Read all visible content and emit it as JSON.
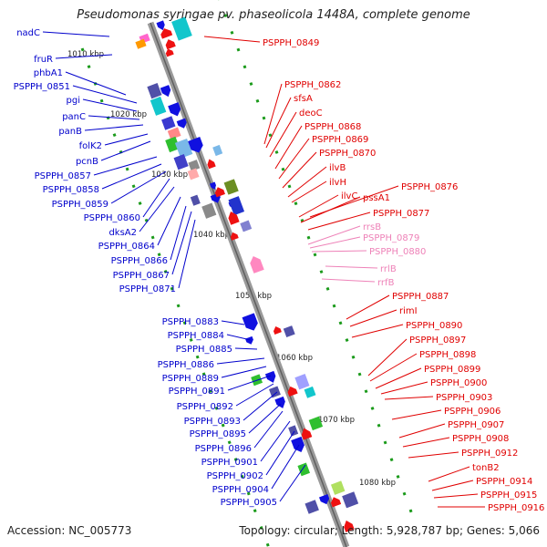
{
  "title": "Pseudomonas syringae pv. phaseolicola 1448A, complete genome",
  "accession": "Accession: NC_005773",
  "topology": "Topology: circular; Length: 5,928,787 bp; Genes: 5,066",
  "colors": {
    "forward_label": "#0000cc",
    "reverse_label": "#e00000",
    "rna_label": "#ee82b8",
    "backbone": "#9a9a9a",
    "tick": "#1a9a1a"
  },
  "kbp_ticks": [
    "1010 kbp",
    "1020 kbp",
    "1030 kbp",
    "1040 kbp",
    "1050 kbp",
    "1060 kbp",
    "1070 kbp",
    "1080 kbp"
  ],
  "left_genes": [
    "nadC",
    "fruR",
    "phbA1",
    "PSPPH_0851",
    "pgi",
    "panC",
    "panB",
    "folK2",
    "pcnB",
    "PSPPH_0857",
    "PSPPH_0858",
    "PSPPH_0859",
    "PSPPH_0860",
    "dksA2",
    "PSPPH_0864",
    "PSPPH_0866",
    "PSPPH_0867",
    "PSPPH_0871",
    "PSPPH_0883",
    "PSPPH_0884",
    "PSPPH_0885",
    "PSPPH_0886",
    "PSPPH_0889",
    "PSPPH_0891",
    "PSPPH_0892",
    "PSPPH_0893",
    "PSPPH_0895",
    "PSPPH_0896",
    "PSPPH_0901",
    "PSPPH_0902",
    "PSPPH_0904",
    "PSPPH_0905"
  ],
  "right_genes": [
    "PSPPH_0849",
    "PSPPH_0862",
    "sfsA",
    "deoC",
    "PSPPH_0868",
    "PSPPH_0869",
    "PSPPH_0870",
    "ilvB",
    "ilvH",
    "ilvC",
    "pssA1",
    "PSPPH_0876",
    "PSPPH_0877",
    "PSPPH_0887",
    "rimI",
    "PSPPH_0890",
    "PSPPH_0897",
    "PSPPH_0898",
    "PSPPH_0899",
    "PSPPH_0900",
    "PSPPH_0903",
    "PSPPH_0906",
    "PSPPH_0907",
    "PSPPH_0908",
    "PSPPH_0912",
    "tonB2",
    "PSPPH_0914",
    "PSPPH_0915",
    "PSPPH_0916"
  ],
  "rna_genes": [
    "rrsB",
    "PSPPH_0879",
    "PSPPH_0880",
    "rrlB",
    "rrfB"
  ]
}
